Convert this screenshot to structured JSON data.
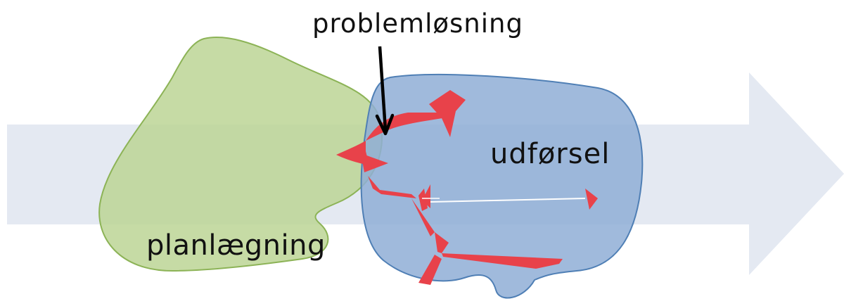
{
  "labels": {
    "problem_solving": "problemløsning",
    "execution": "udførsel",
    "planning": "planlægning"
  },
  "colors": {
    "arrow_fill": "#e4e9f2",
    "planning_fill": "#bcd595",
    "planning_stroke": "#8cb356",
    "execution_fill": "#8faed6",
    "execution_stroke": "#4f7fb5",
    "path_fill": "#e8424a",
    "callout_arrow": "#000000"
  },
  "icons": {
    "callout": "down-arrow"
  }
}
